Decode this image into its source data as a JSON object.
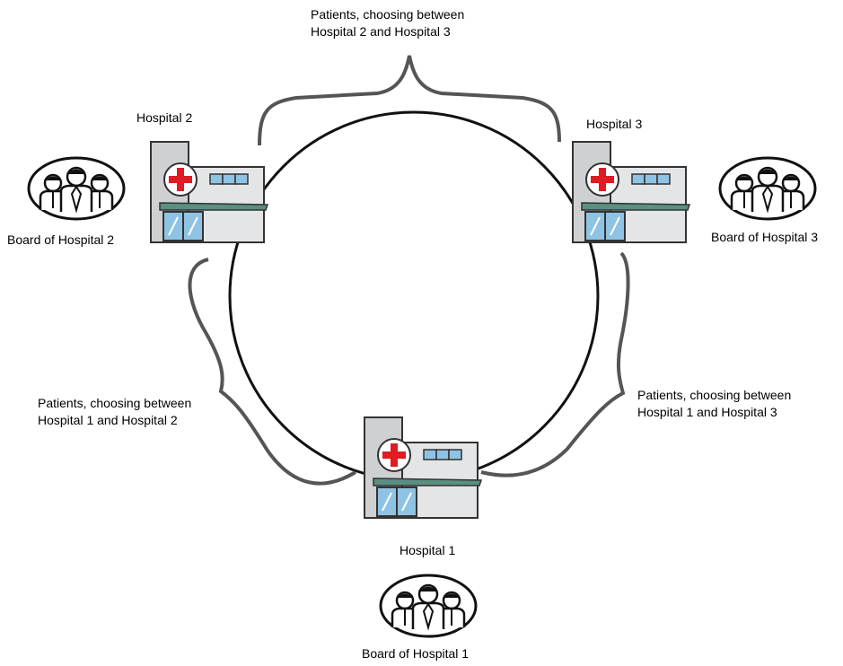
{
  "hospitals": [
    {
      "id": "hospital-1",
      "label": "Hospital 1",
      "board_label": "Board of Hospital 1"
    },
    {
      "id": "hospital-2",
      "label": "Hospital 2",
      "board_label": "Board of Hospital 2"
    },
    {
      "id": "hospital-3",
      "label": "Hospital 3",
      "board_label": "Board of Hospital 3"
    }
  ],
  "patient_groups": {
    "top": {
      "line1": "Patients, choosing between",
      "line2": "Hospital 2 and Hospital 3"
    },
    "left": {
      "line1": "Patients, choosing between",
      "line2": "Hospital 1 and Hospital 2"
    },
    "right": {
      "line1": "Patients, choosing between",
      "line2": "Hospital 1 and Hospital 3"
    }
  },
  "icons": {
    "hospital": "hospital-building-icon",
    "board": "board-people-icon"
  },
  "colors": {
    "circle": "#111111",
    "brace": "#555555",
    "cross": "#e01b22",
    "building_wall": "#d9dadb",
    "awning": "#5a8f82",
    "glass": "#8fc3e4"
  }
}
